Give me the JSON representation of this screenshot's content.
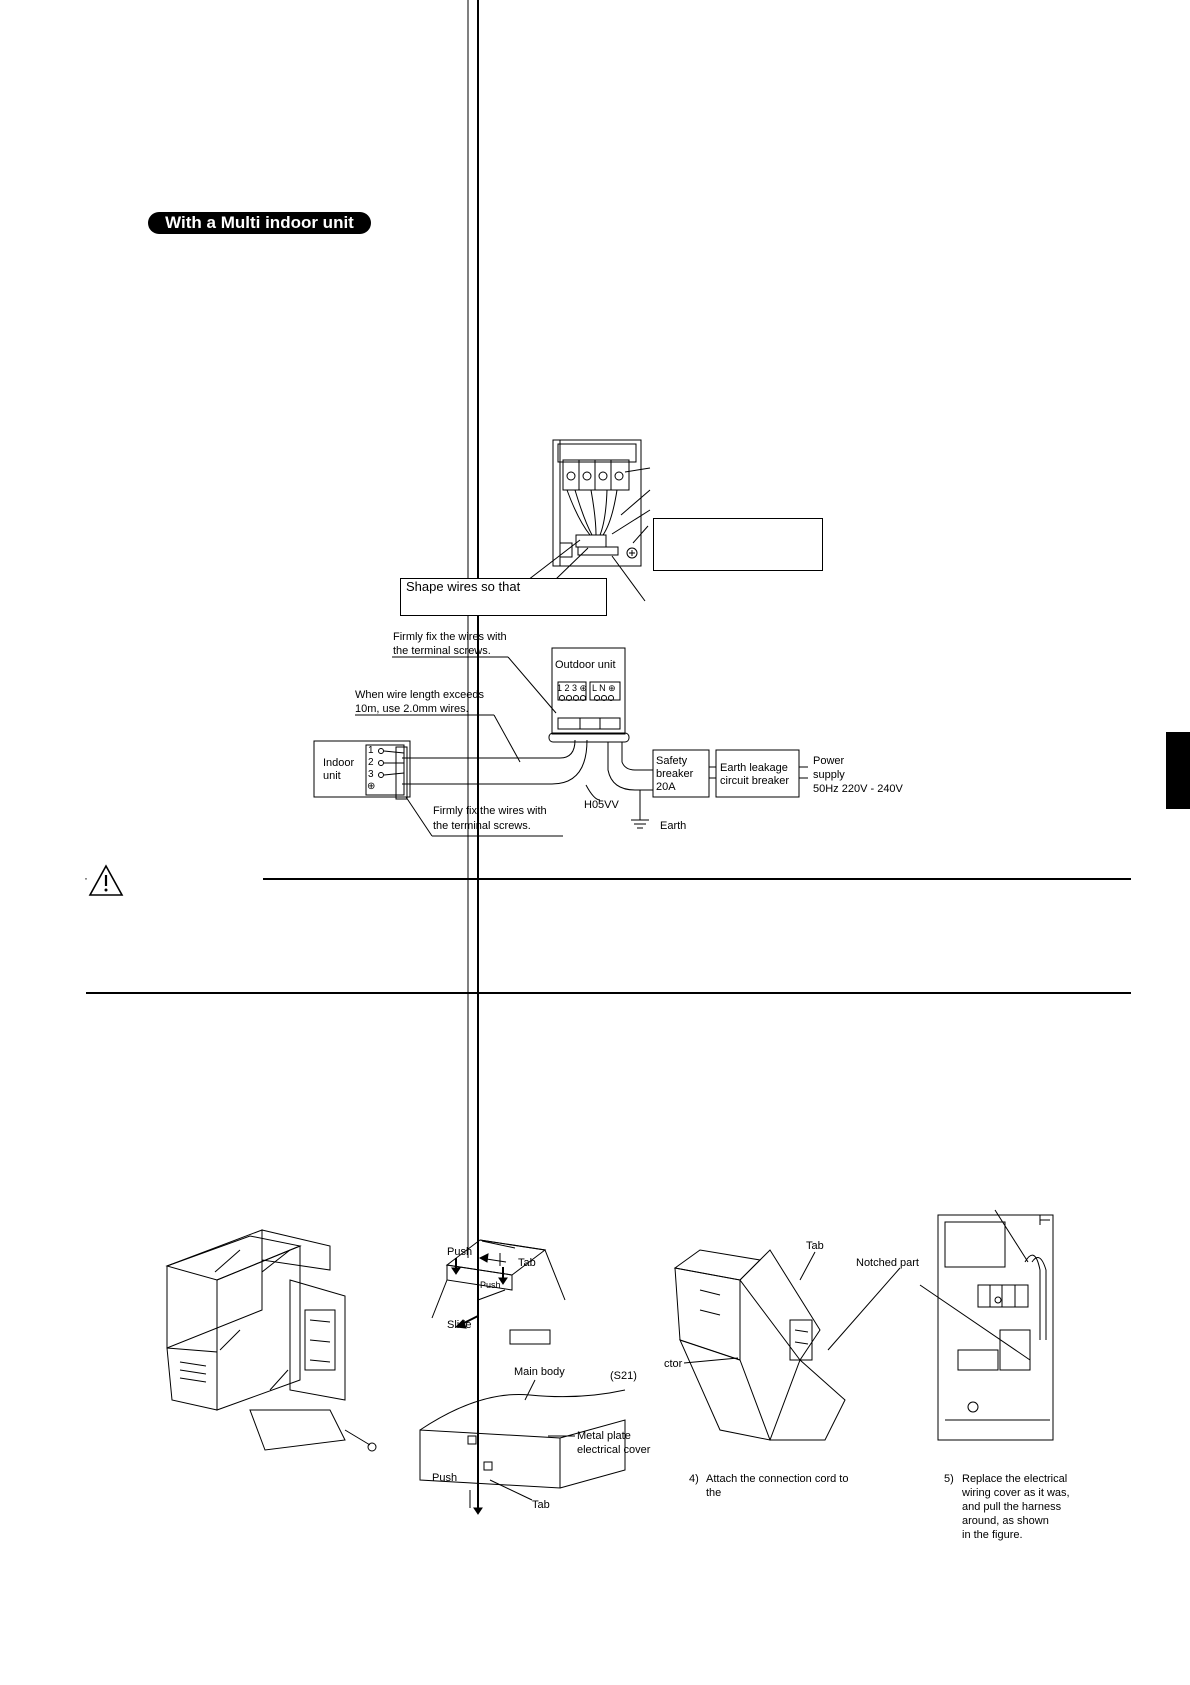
{
  "section_badge": "With a Multi indoor unit",
  "top_diagram": {
    "note_box": "Shape wires so that"
  },
  "wiring_diagram": {
    "fix_note_top_1": "Firmly fix the wires with",
    "fix_note_top_2": "the terminal screws.",
    "length_note_1": "When wire length exceeds",
    "length_note_2": "10m, use 2.0mm wires.",
    "outdoor_unit": "Outdoor unit",
    "outdoor_terminals_left": "1 2 3 ⊕",
    "outdoor_terminals_right": "L N ⊕",
    "indoor_unit_1": "Indoor",
    "indoor_unit_2": "unit",
    "indoor_terminal_1": "1",
    "indoor_terminal_2": "2",
    "indoor_terminal_3": "3",
    "indoor_terminal_earth": "⊕",
    "safety_breaker_1": "Safety",
    "safety_breaker_2": "breaker",
    "safety_breaker_3": "20A",
    "earth_leakage_1": "Earth leakage",
    "earth_leakage_2": "circuit breaker",
    "power_1": "Power",
    "power_2": "supply",
    "power_3": "50Hz 220V - 240V",
    "cable_type": "H05VV",
    "earth": "Earth",
    "fix_note_bottom_1": "Firmly fix the wires with",
    "fix_note_bottom_2": "the terminal screws."
  },
  "caution_marker": "·",
  "figures": {
    "fig2_push_top": "Push",
    "fig2_tab_top": "Tab",
    "fig2_push_inner": "Push",
    "fig2_slide": "Slide",
    "fig2_main_body": "Main body",
    "fig2_s21": "(S21)",
    "fig2_metal_plate_1": "Metal plate",
    "fig2_metal_plate_2": "electrical cover",
    "fig2_push_bottom": "Push",
    "fig2_tab_bottom": "Tab",
    "fig3_tab": "Tab",
    "fig3_notched": "Notched part",
    "fig3_ctor": "ctor",
    "fig3_step_num": "4)",
    "fig3_step_1": "Attach the connection cord to",
    "fig3_step_2": "the",
    "fig4_step_num": "5)",
    "fig4_step_1": "Replace the electrical",
    "fig4_step_2": "wiring cover as it was,",
    "fig4_step_3": "and pull the harness",
    "fig4_step_4": "around, as shown",
    "fig4_step_5": "in the figure."
  }
}
